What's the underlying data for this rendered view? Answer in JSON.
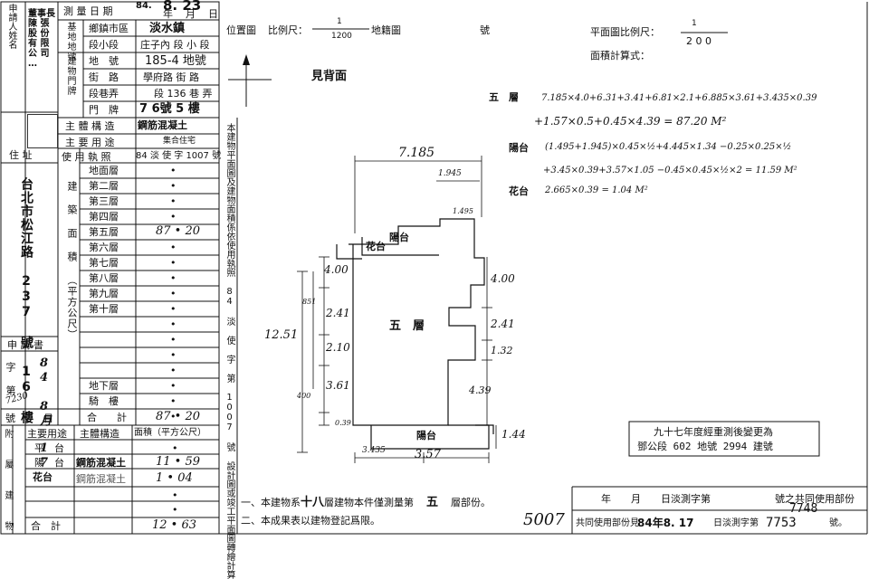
{
  "header": {
    "survey_date_label": "測 量 日 期",
    "survey_date_year": "84.",
    "survey_date_value": "8. 23",
    "ymd": [
      "年",
      "月",
      "日"
    ]
  },
  "left_panel": {
    "applicant_label": [
      "申",
      "請",
      "人",
      "姓",
      "名"
    ],
    "applicant_name": "董事長 陳 張 股 份 有 限 公 司 …",
    "address_label": "住 址",
    "address_value": "台北市松江路 237 號 16 樓",
    "application_label": "申 請 書",
    "application_no_label": "字 第",
    "application_no": "84 8月 17",
    "application_stamp": "7230",
    "no_label": "號",
    "date_label": "日"
  },
  "base_info": {
    "group_base": "基地地號",
    "group_building": "建物門牌",
    "rows": [
      {
        "label": "鄉鎮市區",
        "value": "淡水鎮"
      },
      {
        "label": "段小段",
        "value": "庄子內 段  小 段"
      },
      {
        "label": "地　號",
        "value": "185-4 地號"
      },
      {
        "label": "街　路",
        "value": "學府路 街 路"
      },
      {
        "label": "段巷弄",
        "value": "段 136 巷  弄"
      },
      {
        "label": "門　牌",
        "value": "7 6號  5  樓"
      }
    ],
    "structure_label": "主 體 構 造",
    "structure_value": "鋼筋混凝土",
    "use_label": "主 要 用 途",
    "use_value": "集合住宅",
    "permit_label": "使 用 執 照",
    "permit_value": "84 淡 使 字 1007 號"
  },
  "floors": {
    "group_label": "建 築 面 積 （平方公尺）",
    "rows": [
      {
        "label": "地面層",
        "value": "•"
      },
      {
        "label": "第二層",
        "value": "•"
      },
      {
        "label": "第三層",
        "value": "•"
      },
      {
        "label": "第四層",
        "value": "•"
      },
      {
        "label": "第五層",
        "value": "87 • 20"
      },
      {
        "label": "第六層",
        "value": "•"
      },
      {
        "label": "第七層",
        "value": "•"
      },
      {
        "label": "第八層",
        "value": "•"
      },
      {
        "label": "第九層",
        "value": "•"
      },
      {
        "label": "第十層",
        "value": "•"
      },
      {
        "label": "",
        "value": "•"
      },
      {
        "label": "",
        "value": "•"
      },
      {
        "label": "",
        "value": "•"
      },
      {
        "label": "",
        "value": "•"
      },
      {
        "label": "",
        "value": "•"
      },
      {
        "label": "地下層",
        "value": "•"
      },
      {
        "label": "騎　樓",
        "value": "•"
      }
    ],
    "total_label": "合　　計",
    "total_value": "87 • 20"
  },
  "attached": {
    "title": "附屬建物",
    "headers": [
      "主要用途",
      "主體構造",
      "面積（平方公尺）"
    ],
    "rows": [
      {
        "use": "平　台",
        "struct": "",
        "area": "•"
      },
      {
        "use": "陽　台",
        "struct": "鋼筋混凝土",
        "area": "11 • 59"
      },
      {
        "use": "花台",
        "struct": "鋼筋混凝土",
        "area": "1 • 04"
      },
      {
        "use": "",
        "struct": "",
        "area": "•"
      },
      {
        "use": "",
        "struct": "",
        "area": "•"
      },
      {
        "use": "合　計",
        "struct": "",
        "area": "12 • 63"
      }
    ]
  },
  "vertical_note": "本建物平面圖及建物面積係依使用執照 84 淡 使 字 第 1007 號 設計圖或竣工平面圖轉繪計算",
  "location_map": {
    "label": "位置圖",
    "scale_label": "比例尺：",
    "scale_num": "1",
    "scale_den": "1200",
    "cadastral_label": "地籍圖",
    "no_label": "號",
    "see_back": "見背面"
  },
  "floor_plan": {
    "scale_label": "平面圖比例尺：",
    "scale_num": "1",
    "scale_den": "2 0 0",
    "calc_label": "面積計算式：",
    "formulas": [
      {
        "label": "五　層",
        "line1": "7.185×4.0+6.31+3.41+6.81×2.1+6.885×3.61+3.435×0.39",
        "line2": "+1.57×0.5+0.45×4.39 = 87.20 M²"
      },
      {
        "label": "陽台",
        "line1": "(1.495+1.945)×0.45×½+4.445×1.34 −0.25×0.25×½",
        "line2": "+3.45×0.39+3.57×1.05 −0.45×0.45×½×2 = 11.59 M²"
      },
      {
        "label": "花台",
        "line1": "2.665×0.39 = 1.04 M²",
        "line2": ""
      }
    ],
    "dims": {
      "top": "7.185",
      "top_right": "1.945",
      "small_top": "1.495",
      "left_outer": "12.51",
      "left_851": "851",
      "left_400": "400",
      "left_400b": "4.00",
      "left_241": "2.41",
      "left_210": "2.10",
      "left_361": "3.61",
      "left_039": "0.39",
      "right_400": "4.00",
      "right_241": "2.41",
      "right_132": "1.32",
      "right_439": "4.39",
      "right_144": "1.44",
      "bottom": "3.57",
      "bottom_left": "3.435",
      "room_main": "五　層",
      "room_balcony_top": "陽台",
      "room_planter": "花台",
      "room_balcony_bottom": "陽台"
    }
  },
  "change_note": {
    "line1": "九十七年度經重測後變更為",
    "line2": "鄧公段  602  地號  2994  建號"
  },
  "footer": {
    "note1_a": "一、本建物系",
    "note1_b": "十八",
    "note1_c": "層建物本件僅測量第",
    "note1_d": "五",
    "note1_e": "層部份。",
    "note2": "二、本成果表以建物登記爲限。",
    "handwritten": "5007",
    "shared_label": "年　　月　　日淡測字第",
    "shared_label2": "號之共同使用部份",
    "shared_no": "7748",
    "shared_row2_a": "共同使用部份見",
    "shared_row2_b": "84年8. 17",
    "shared_row2_c": "日淡測字第",
    "shared_row2_d": "7753",
    "shared_row2_e": "號。"
  }
}
